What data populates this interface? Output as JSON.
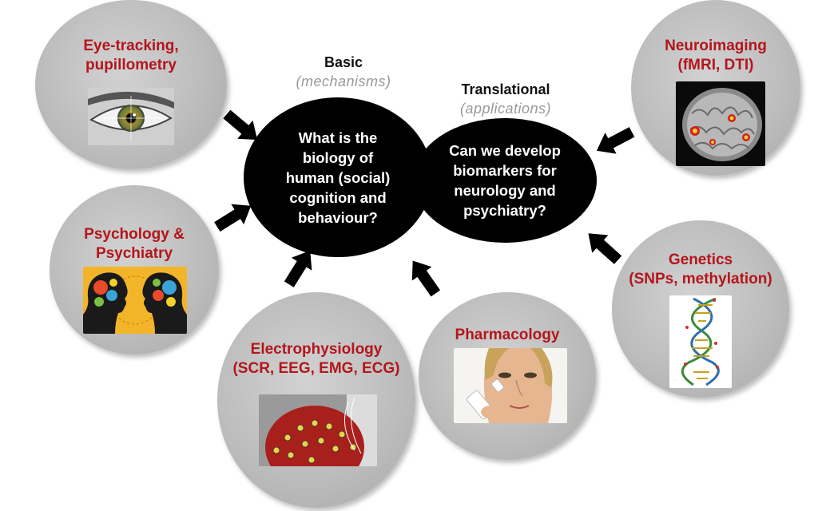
{
  "center": {
    "basic_label": "Basic",
    "basic_sub": "(mechanisms)",
    "basic_question": "What is the\nbiology of\nhuman (social)\ncognition and\nbehaviour?",
    "translational_label": "Translational",
    "translational_sub": "(applications)",
    "translational_question": "Can we develop\nbiomarkers for\nneurology and\npsychiatry?"
  },
  "methods": [
    {
      "title": "Eye-tracking,\npupillometry",
      "icon": "eye-image"
    },
    {
      "title": "Psychology &\nPsychiatry",
      "icon": "gear-heads-image"
    },
    {
      "title": "Electrophysiology\n(SCR, EEG, EMG, ECG)",
      "icon": "eeg-cap-image"
    },
    {
      "title": "Pharmacology",
      "icon": "nasal-spray-image"
    },
    {
      "title": "Genetics\n(SNPs, methylation)",
      "icon": "dna-helix-image"
    },
    {
      "title": "Neuroimaging\n(fMRI, DTI)",
      "icon": "brain-scan-image"
    }
  ],
  "colors": {
    "method_title": "#b3161b",
    "bubble": "#bdbdbd",
    "core": "#000000"
  }
}
